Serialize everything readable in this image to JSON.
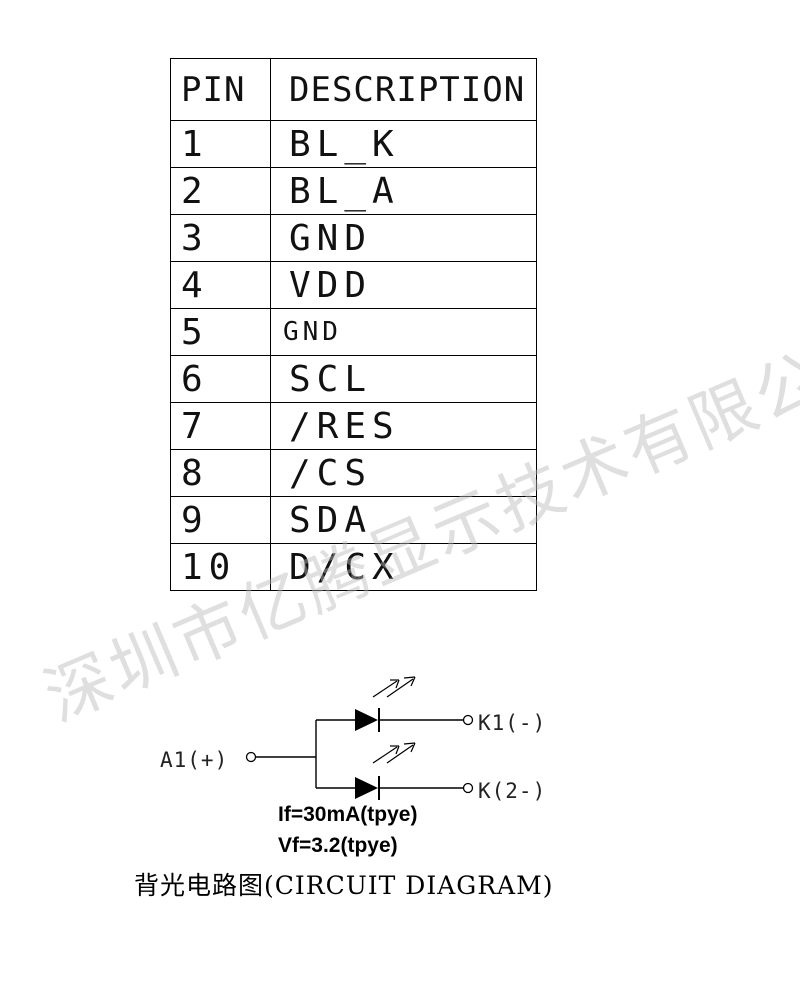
{
  "table": {
    "header": {
      "pin": "PIN",
      "description": "DESCRIPTION"
    },
    "rows": [
      {
        "pin": "1",
        "description": "BL_K"
      },
      {
        "pin": "2",
        "description": "BL_A"
      },
      {
        "pin": "3",
        "description": "GND"
      },
      {
        "pin": "4",
        "description": "VDD"
      },
      {
        "pin": "5",
        "description": "GND"
      },
      {
        "pin": "6",
        "description": "SCL"
      },
      {
        "pin": "7",
        "description": "/RES"
      },
      {
        "pin": "8",
        "description": "/CS"
      },
      {
        "pin": "9",
        "description": "SDA"
      },
      {
        "pin": "10",
        "description": "D/CX"
      }
    ]
  },
  "circuit": {
    "anode_label": "A1(+)",
    "cathode1_label": "K1(-)",
    "cathode2_label": "K(2-)",
    "if_spec": "If=30mA(tpye)",
    "vf_spec": "Vf=3.2(tpye)"
  },
  "caption": "背光电路图(CIRCUIT  DIAGRAM)",
  "watermark": "深圳市亿腾显示技术有限公司",
  "colors": {
    "ink": "#000000",
    "watermark": "#b9b9b9"
  }
}
